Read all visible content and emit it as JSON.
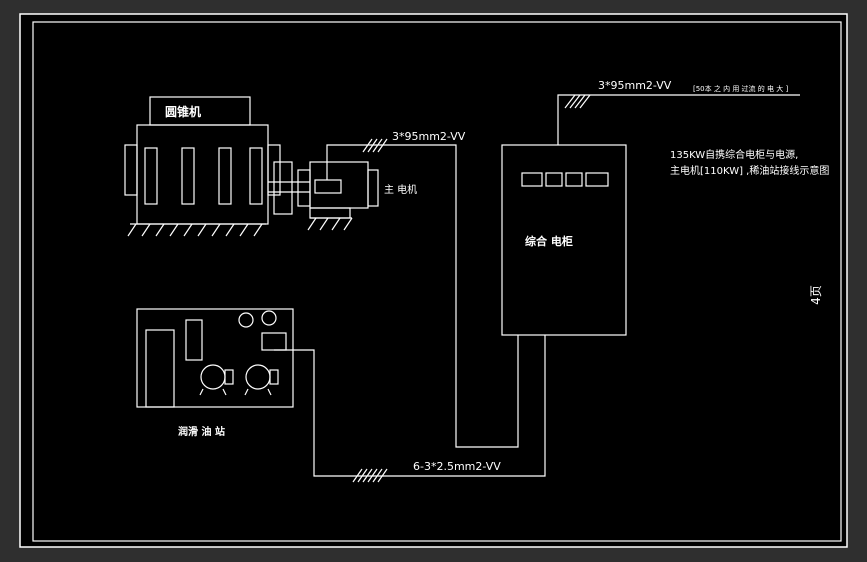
{
  "colors": {
    "background": "#2f2f2f",
    "paper": "#000000",
    "line": "#ffffff"
  },
  "labels": {
    "cone_crusher": "圆锥机",
    "main_motor": "主 电机",
    "cabinet": "综合 电柜",
    "lube_station": "润滑 油 站",
    "cable_top": "3*95mm2-VV",
    "cable_motor": "3*95mm2-VV",
    "cable_bottom": "6-3*2.5mm2-VV",
    "power_note": "[50本 之 内 用 过流 的 电 大 ]",
    "desc_line1": "135KW自携综合电柜与电源,",
    "desc_line2": "主电机[110KW] ,稀油站接线示意图",
    "page_no": "4页"
  }
}
